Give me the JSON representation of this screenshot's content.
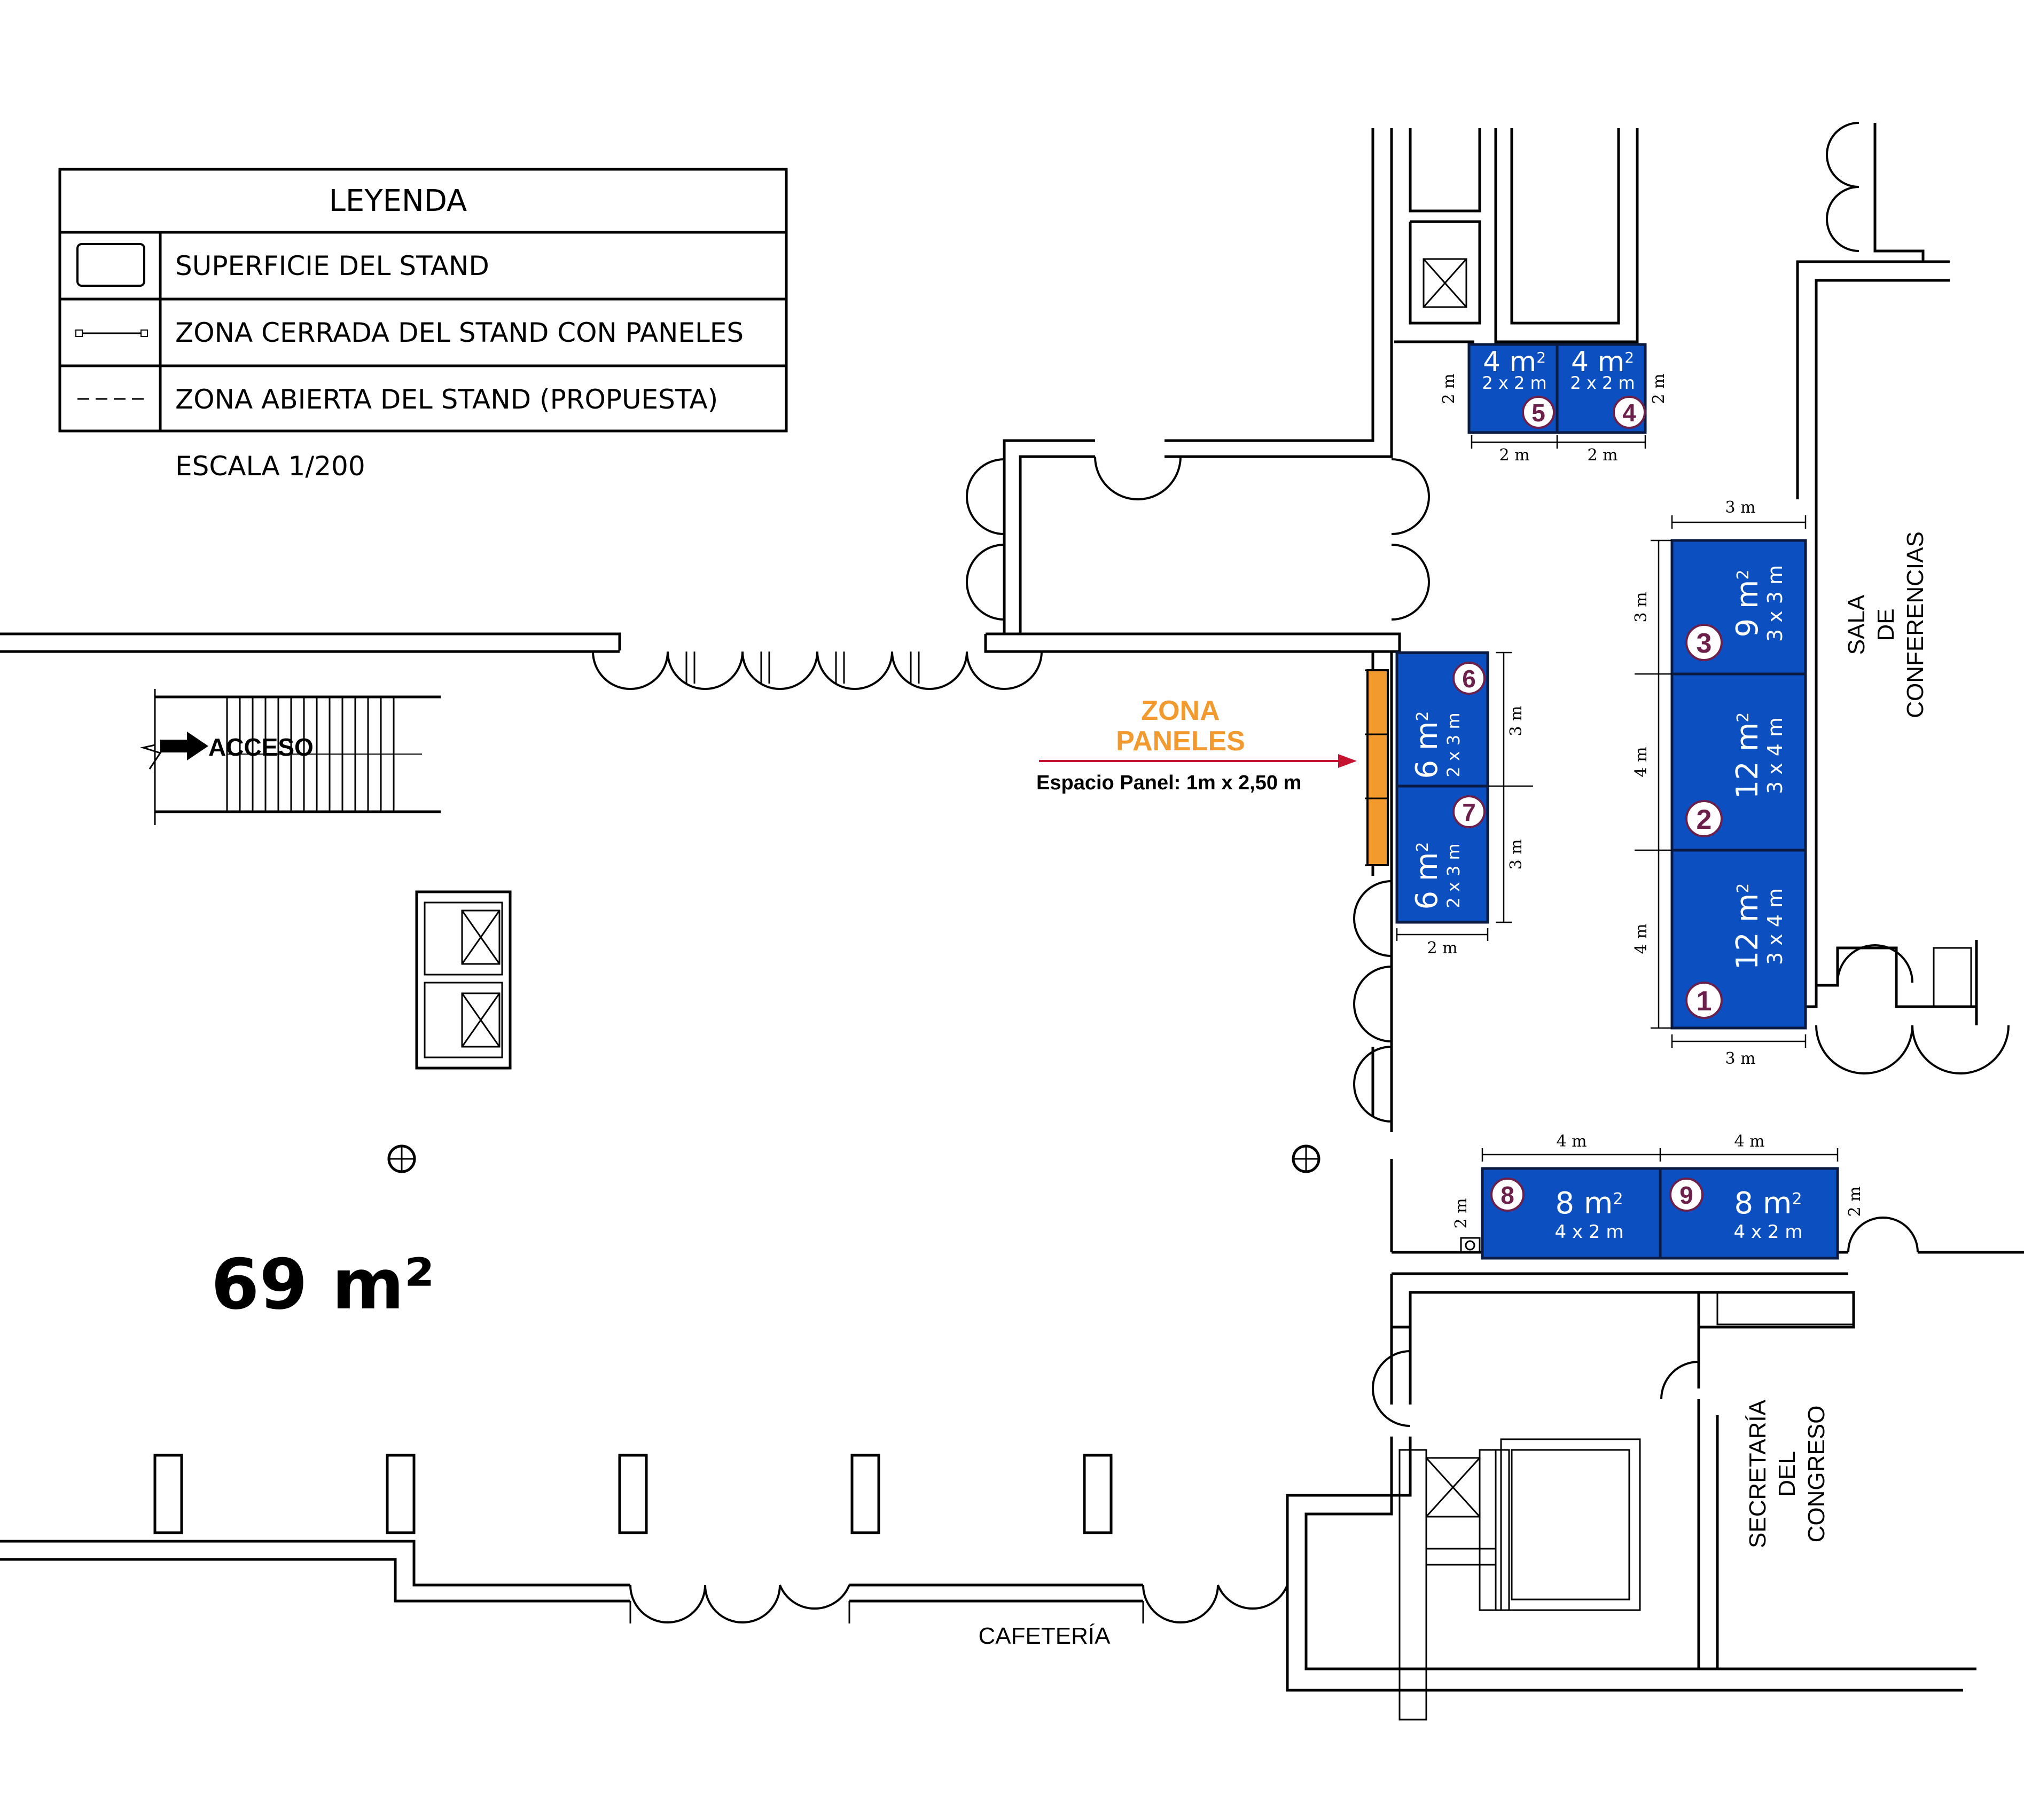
{
  "legend": {
    "title": "LEYENDA",
    "items": [
      {
        "label": "SUPERFICIE  DEL  STAND"
      },
      {
        "label": "ZONA  CERRADA  DEL  STAND  CON  PANELES"
      },
      {
        "label": "ZONA  ABIERTA  DEL  STAND  (PROPUESTA)"
      }
    ],
    "scale": "ESCALA  1/200"
  },
  "rooms": {
    "access": "ACCESO",
    "cafeteria": "CAFETERÍA",
    "sala_l1": "SALA",
    "sala_l2": "DE",
    "sala_l3": "CONFERENCIAS",
    "secretaria_l1": "SECRETARÍA",
    "secretaria_l2": "DEL",
    "secretaria_l3": "CONGRESO"
  },
  "total_area": "69 m²",
  "panel_zone": {
    "line1": "ZONA",
    "line2": "PANELES",
    "note": "Espacio Panel: 1m x 2,50 m",
    "color": "#f39a2e",
    "arrow_color": "#c4122f"
  },
  "stand_color": "#0b4fc0",
  "badge_color": "#6b1f4a",
  "stands": [
    {
      "id": "1",
      "area": "12 m",
      "dims": "3 x 4 m"
    },
    {
      "id": "2",
      "area": "12 m",
      "dims": "3 x 4 m"
    },
    {
      "id": "3",
      "area": "9 m",
      "dims": "3 x 3 m"
    },
    {
      "id": "4",
      "area": "4 m",
      "dims": "2 x 2 m"
    },
    {
      "id": "5",
      "area": "4 m",
      "dims": "2 x 2 m"
    },
    {
      "id": "6",
      "area": "6 m",
      "dims": "2 x 3 m"
    },
    {
      "id": "7",
      "area": "6 m",
      "dims": "2 x 3 m"
    },
    {
      "id": "8",
      "area": "8 m",
      "dims": "4 x 2 m"
    },
    {
      "id": "9",
      "area": "8 m",
      "dims": "4 x 2 m"
    }
  ],
  "dimensions": {
    "d_2m": "2 m",
    "d_3m": "3 m",
    "d_4m": "4 m"
  }
}
